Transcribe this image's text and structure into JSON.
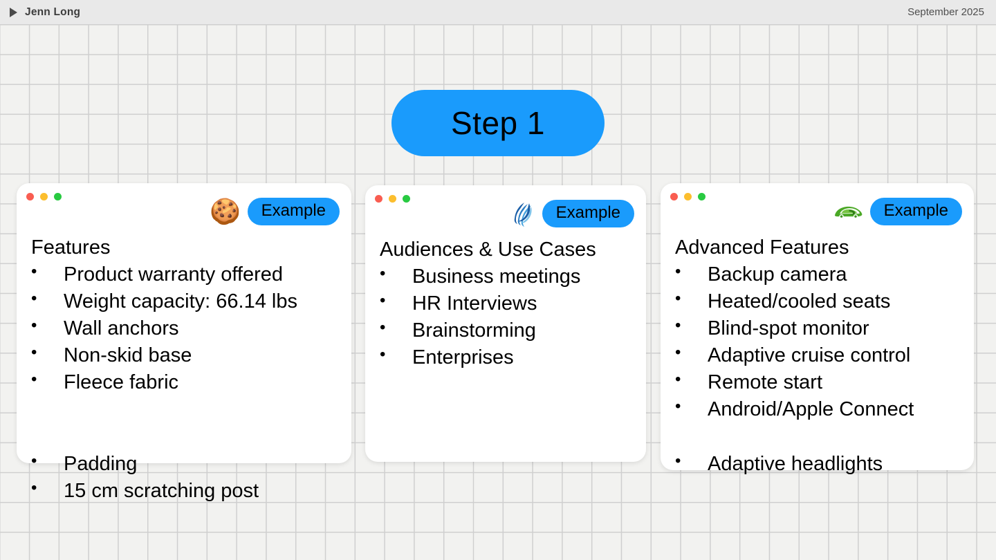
{
  "topbar": {
    "play_icon": "play-icon",
    "author": "Jenn Long",
    "date": "September 2025"
  },
  "step": {
    "label": "Step 1",
    "pill_color": "#1a9bfc",
    "text_color": "#000000"
  },
  "window_dots": {
    "red": "#f95d51",
    "yellow": "#fcbe2e",
    "green": "#28ca41"
  },
  "badge": {
    "label": "Example",
    "color": "#1a9bfc"
  },
  "cards": [
    {
      "icon_name": "cookie-cat-icon",
      "icon_glyph": "🍪",
      "badge_label": "Example",
      "title": "Features",
      "bullets": [
        "Product warranty offered",
        "Weight capacity: 66.14 lbs",
        "Wall anchors",
        "Non-skid base",
        "Fleece fabric"
      ],
      "overflow_bullets": [
        "Padding",
        "15 cm scratching post"
      ]
    },
    {
      "icon_name": "blue-wave-icon",
      "icon_glyph": "",
      "badge_label": "Example",
      "title": "Audiences & Use Cases",
      "bullets": [
        "Business meetings",
        "HR Interviews",
        "Brainstorming",
        "Enterprises"
      ],
      "overflow_bullets": []
    },
    {
      "icon_name": "green-car-icon",
      "icon_glyph": "",
      "badge_label": "Example",
      "title": "Advanced Features",
      "bullets": [
        "Backup camera",
        "Heated/cooled seats",
        "Blind-spot monitor",
        "Adaptive cruise control",
        "Remote start",
        "Android/Apple Connect"
      ],
      "overflow_bullets": [
        "Adaptive headlights"
      ]
    }
  ]
}
